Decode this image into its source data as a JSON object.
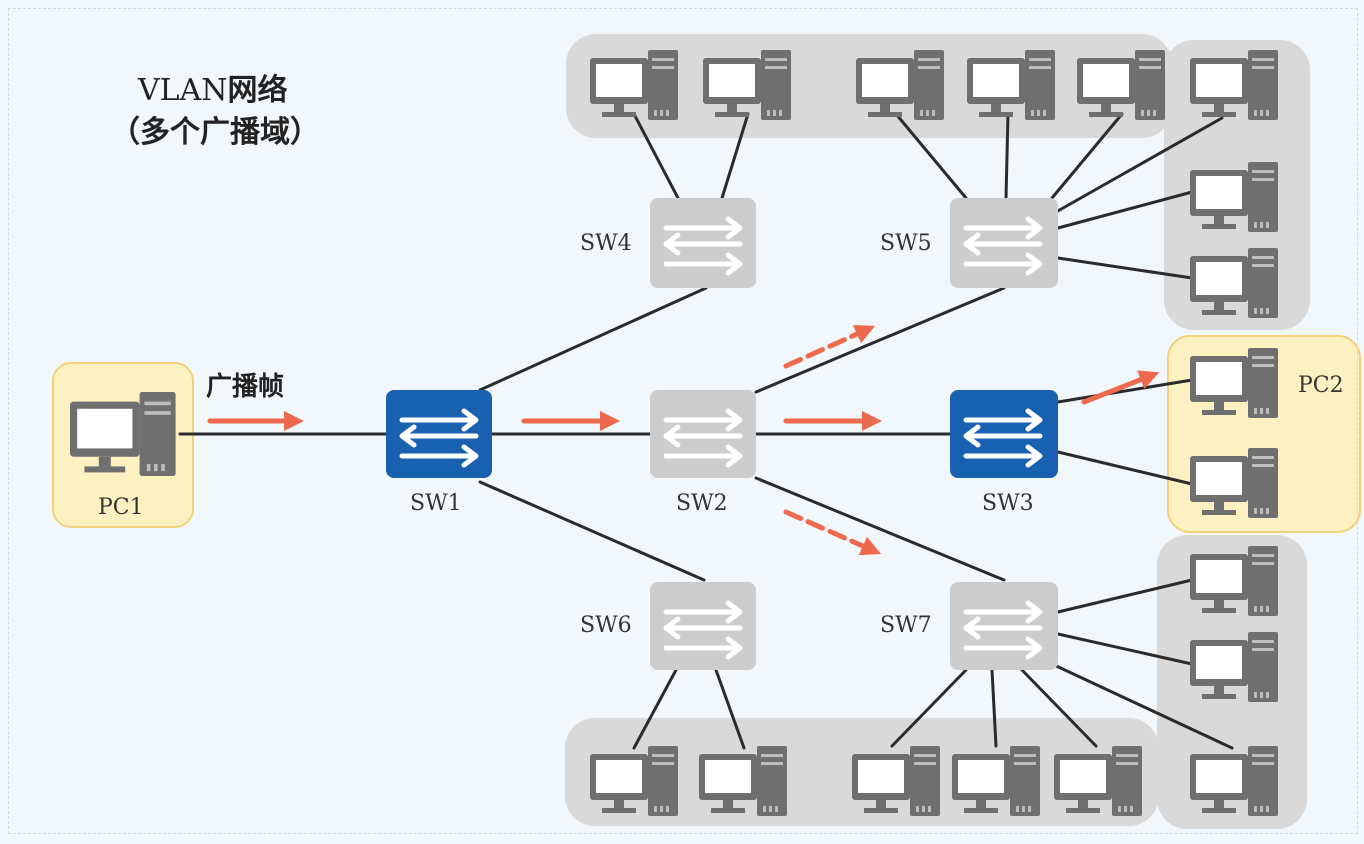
{
  "title": {
    "line1_prefix": "VLAN",
    "line1_suffix": "网络",
    "line2": "（多个广播域）"
  },
  "frame_label": "广播帧",
  "switches": [
    {
      "id": "sw1",
      "label": "SW1",
      "state": "active"
    },
    {
      "id": "sw2",
      "label": "SW2",
      "state": "inactive"
    },
    {
      "id": "sw3",
      "label": "SW3",
      "state": "active"
    },
    {
      "id": "sw4",
      "label": "SW4",
      "state": "inactive"
    },
    {
      "id": "sw5",
      "label": "SW5",
      "state": "inactive"
    },
    {
      "id": "sw6",
      "label": "SW6",
      "state": "inactive"
    },
    {
      "id": "sw7",
      "label": "SW7",
      "state": "inactive"
    }
  ],
  "hosts": {
    "pc1": "PC1",
    "pc2": "PC2"
  },
  "colors": {
    "active_switch": "#1860b0",
    "inactive_switch": "#cdcdcd",
    "arrow": "#ee6a4f",
    "domain_bg": "#d9d9d9",
    "pc_highlight_bg": "#fdf1c2",
    "pc_highlight_border": "#f1d27c"
  }
}
